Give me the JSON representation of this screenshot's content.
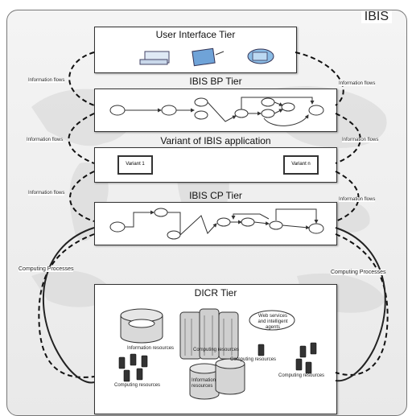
{
  "diagram": {
    "frame_label": "IBIS",
    "tiers": {
      "ui": "User Interface Tier",
      "bp": "IBIS BP Tier",
      "variant": "Variant of IBIS application",
      "cp": "IBIS CP Tier",
      "dicr": "DICR Tier"
    },
    "variants": [
      "Variant 1",
      "Variant n"
    ],
    "flow_label": "Information flows",
    "process_label": "Computing Processes",
    "dicr_labels": {
      "info_resources": "Information resources",
      "computing_resources": "Computing resources",
      "web_services": "Web services and intelligent agents"
    }
  }
}
